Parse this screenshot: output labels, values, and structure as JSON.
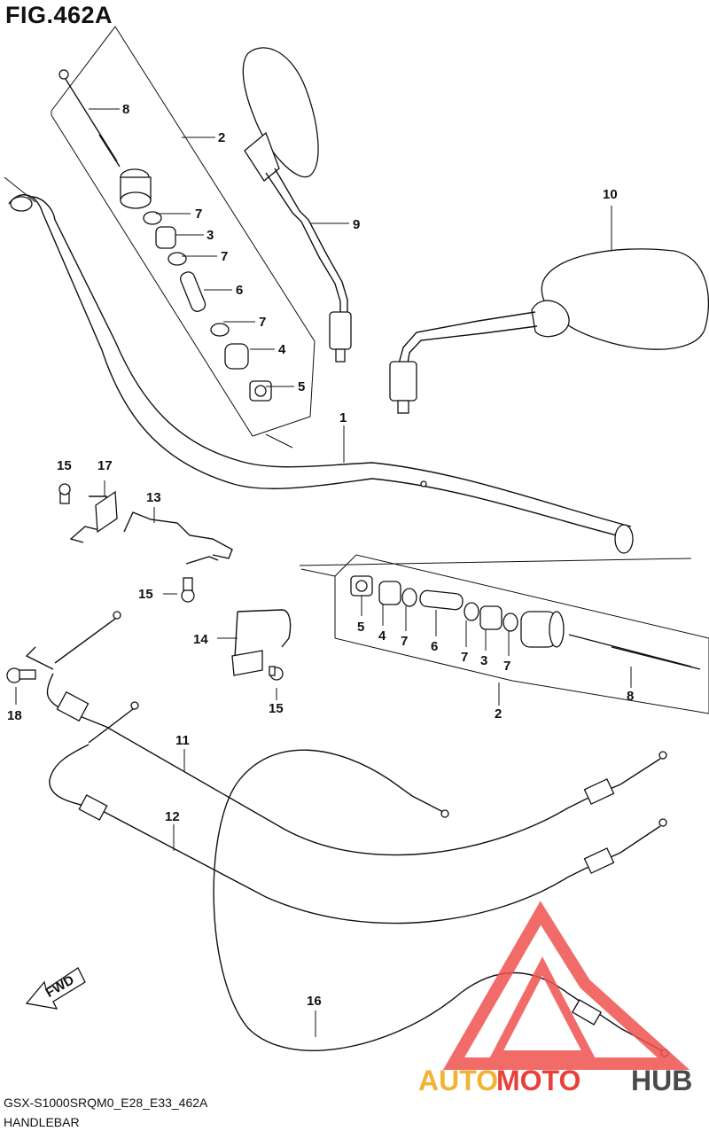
{
  "figure": {
    "title": "FIG.462A",
    "model_code": "GSX-S1000SRQM0_E28_E33_462A",
    "section_name": "HANDLEBAR"
  },
  "callouts": [
    "1",
    "2",
    "3",
    "4",
    "5",
    "6",
    "7",
    "8",
    "9",
    "10",
    "11",
    "12",
    "13",
    "14",
    "15",
    "16",
    "17",
    "18"
  ],
  "fwd_label": "FWD",
  "watermark": {
    "brand_auto": "AUTO",
    "brand_moto": "MOTO",
    "brand_hub": "HUB",
    "colors": {
      "auto": "#f2b233",
      "moto": "#e8413c",
      "hub": "#4a4a4a",
      "logo": "#ef5350"
    }
  }
}
